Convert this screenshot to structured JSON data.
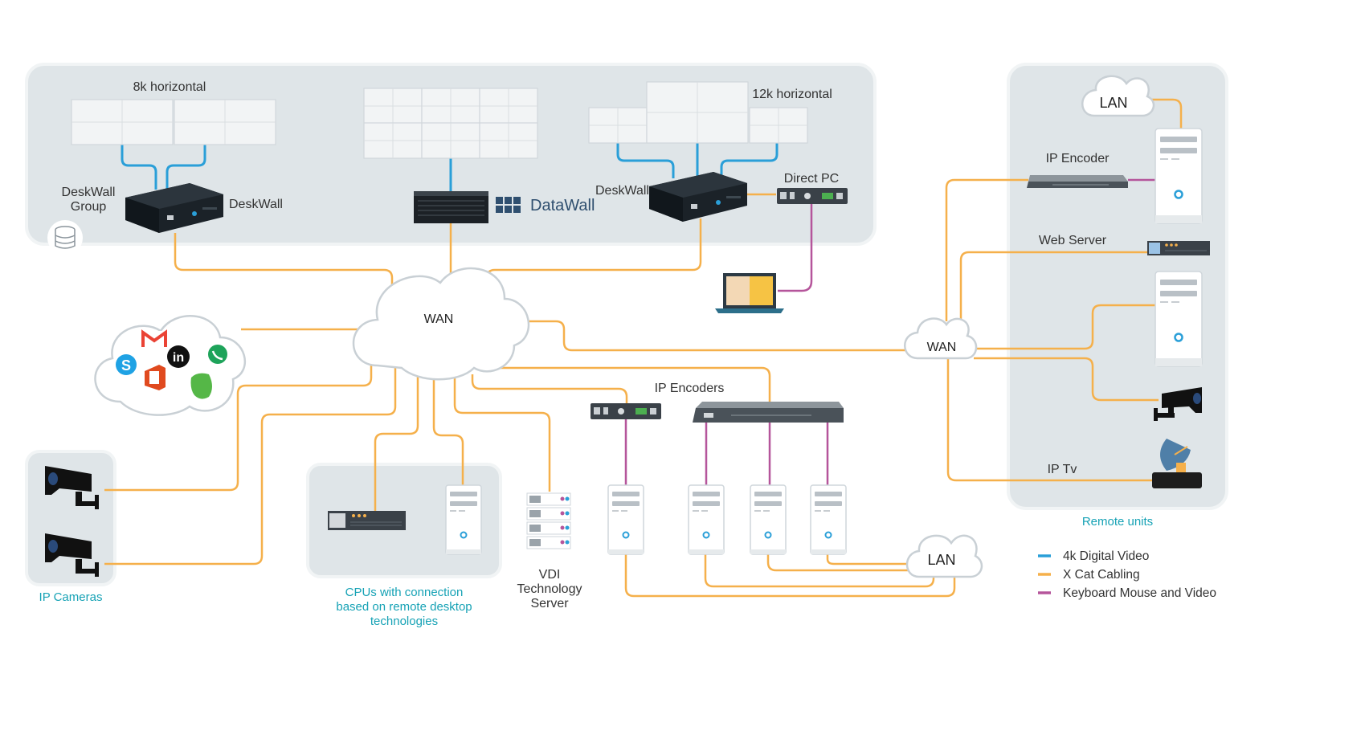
{
  "labels": {
    "walls": {
      "left": "8k horizontal",
      "right": "12k horizontal"
    },
    "deskwall_group": [
      "DeskWall",
      "Group"
    ],
    "deskwall_left": "DeskWall",
    "deskwall_right": "DeskWall",
    "datawall": "DataWall",
    "direct_pc": "Direct PC",
    "wan_center": "WAN",
    "wan_right": "WAN",
    "lan_top": "LAN",
    "lan_bottom": "LAN",
    "ip_encoder": "IP Encoder",
    "web_server": "Web Server",
    "ip_tv": "IP Tv",
    "ip_encoders": "IP Encoders",
    "vdi": [
      "VDI",
      "Technology",
      "Server"
    ],
    "ip_cameras": "IP Cameras",
    "cpus": [
      "CPUs with connection",
      "based on remote desktop",
      "technologies"
    ],
    "remote_units": "Remote units"
  },
  "legend": [
    {
      "label": "4k Digital Video",
      "color": "#2a9fd8"
    },
    {
      "label": "X Cat Cabling",
      "color": "#f5b04b"
    },
    {
      "label": "Keyboard Mouse and  Video",
      "color": "#b5559b"
    }
  ],
  "colors": {
    "video": "#2a9fd8",
    "cat": "#f5b04b",
    "kvm": "#b5559b",
    "panel": "#dfe5e8",
    "teal": "#16a2b5"
  },
  "icons": [
    "gmail-icon",
    "linkedin-icon",
    "whatsapp-icon",
    "skype-icon",
    "office-icon",
    "evernote-icon",
    "database-icon"
  ]
}
